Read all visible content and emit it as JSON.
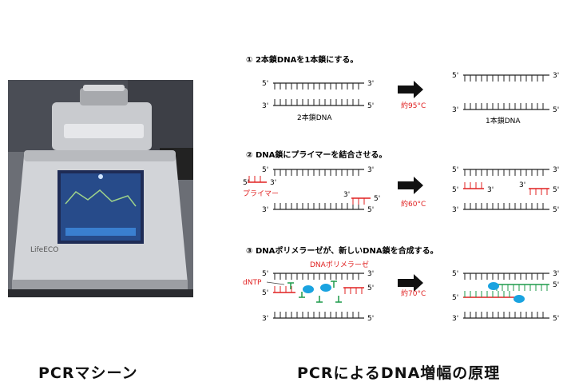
{
  "photo": {
    "brand_label": "LifeECO"
  },
  "steps": [
    {
      "title": "① 2本鎖DNAを1本鎖にする。",
      "temperature": "約95°C",
      "label_before": "2本鎖DNA",
      "label_after": "1本鎖DNA"
    },
    {
      "title": "② DNA鎖にプライマーを結合させる。",
      "temperature": "約60°C",
      "label_primer": "プライマー"
    },
    {
      "title": "③ DNAポリメラーゼが、新しいDNA鎖を合成する。",
      "temperature": "約70°C",
      "label_polymerase": "DNAポリメラーゼ",
      "label_dntp": "dNTP"
    }
  ],
  "strand_ends": {
    "five": "5'",
    "three": "3'"
  },
  "captions": {
    "left": "PCRマシーン",
    "right": "PCRによるDNA増幅の原理"
  },
  "colors": {
    "primer": "#e02020",
    "polymerase": "#1aa3e0",
    "dntp": "#1d9a4a",
    "arrow": "#111111"
  }
}
